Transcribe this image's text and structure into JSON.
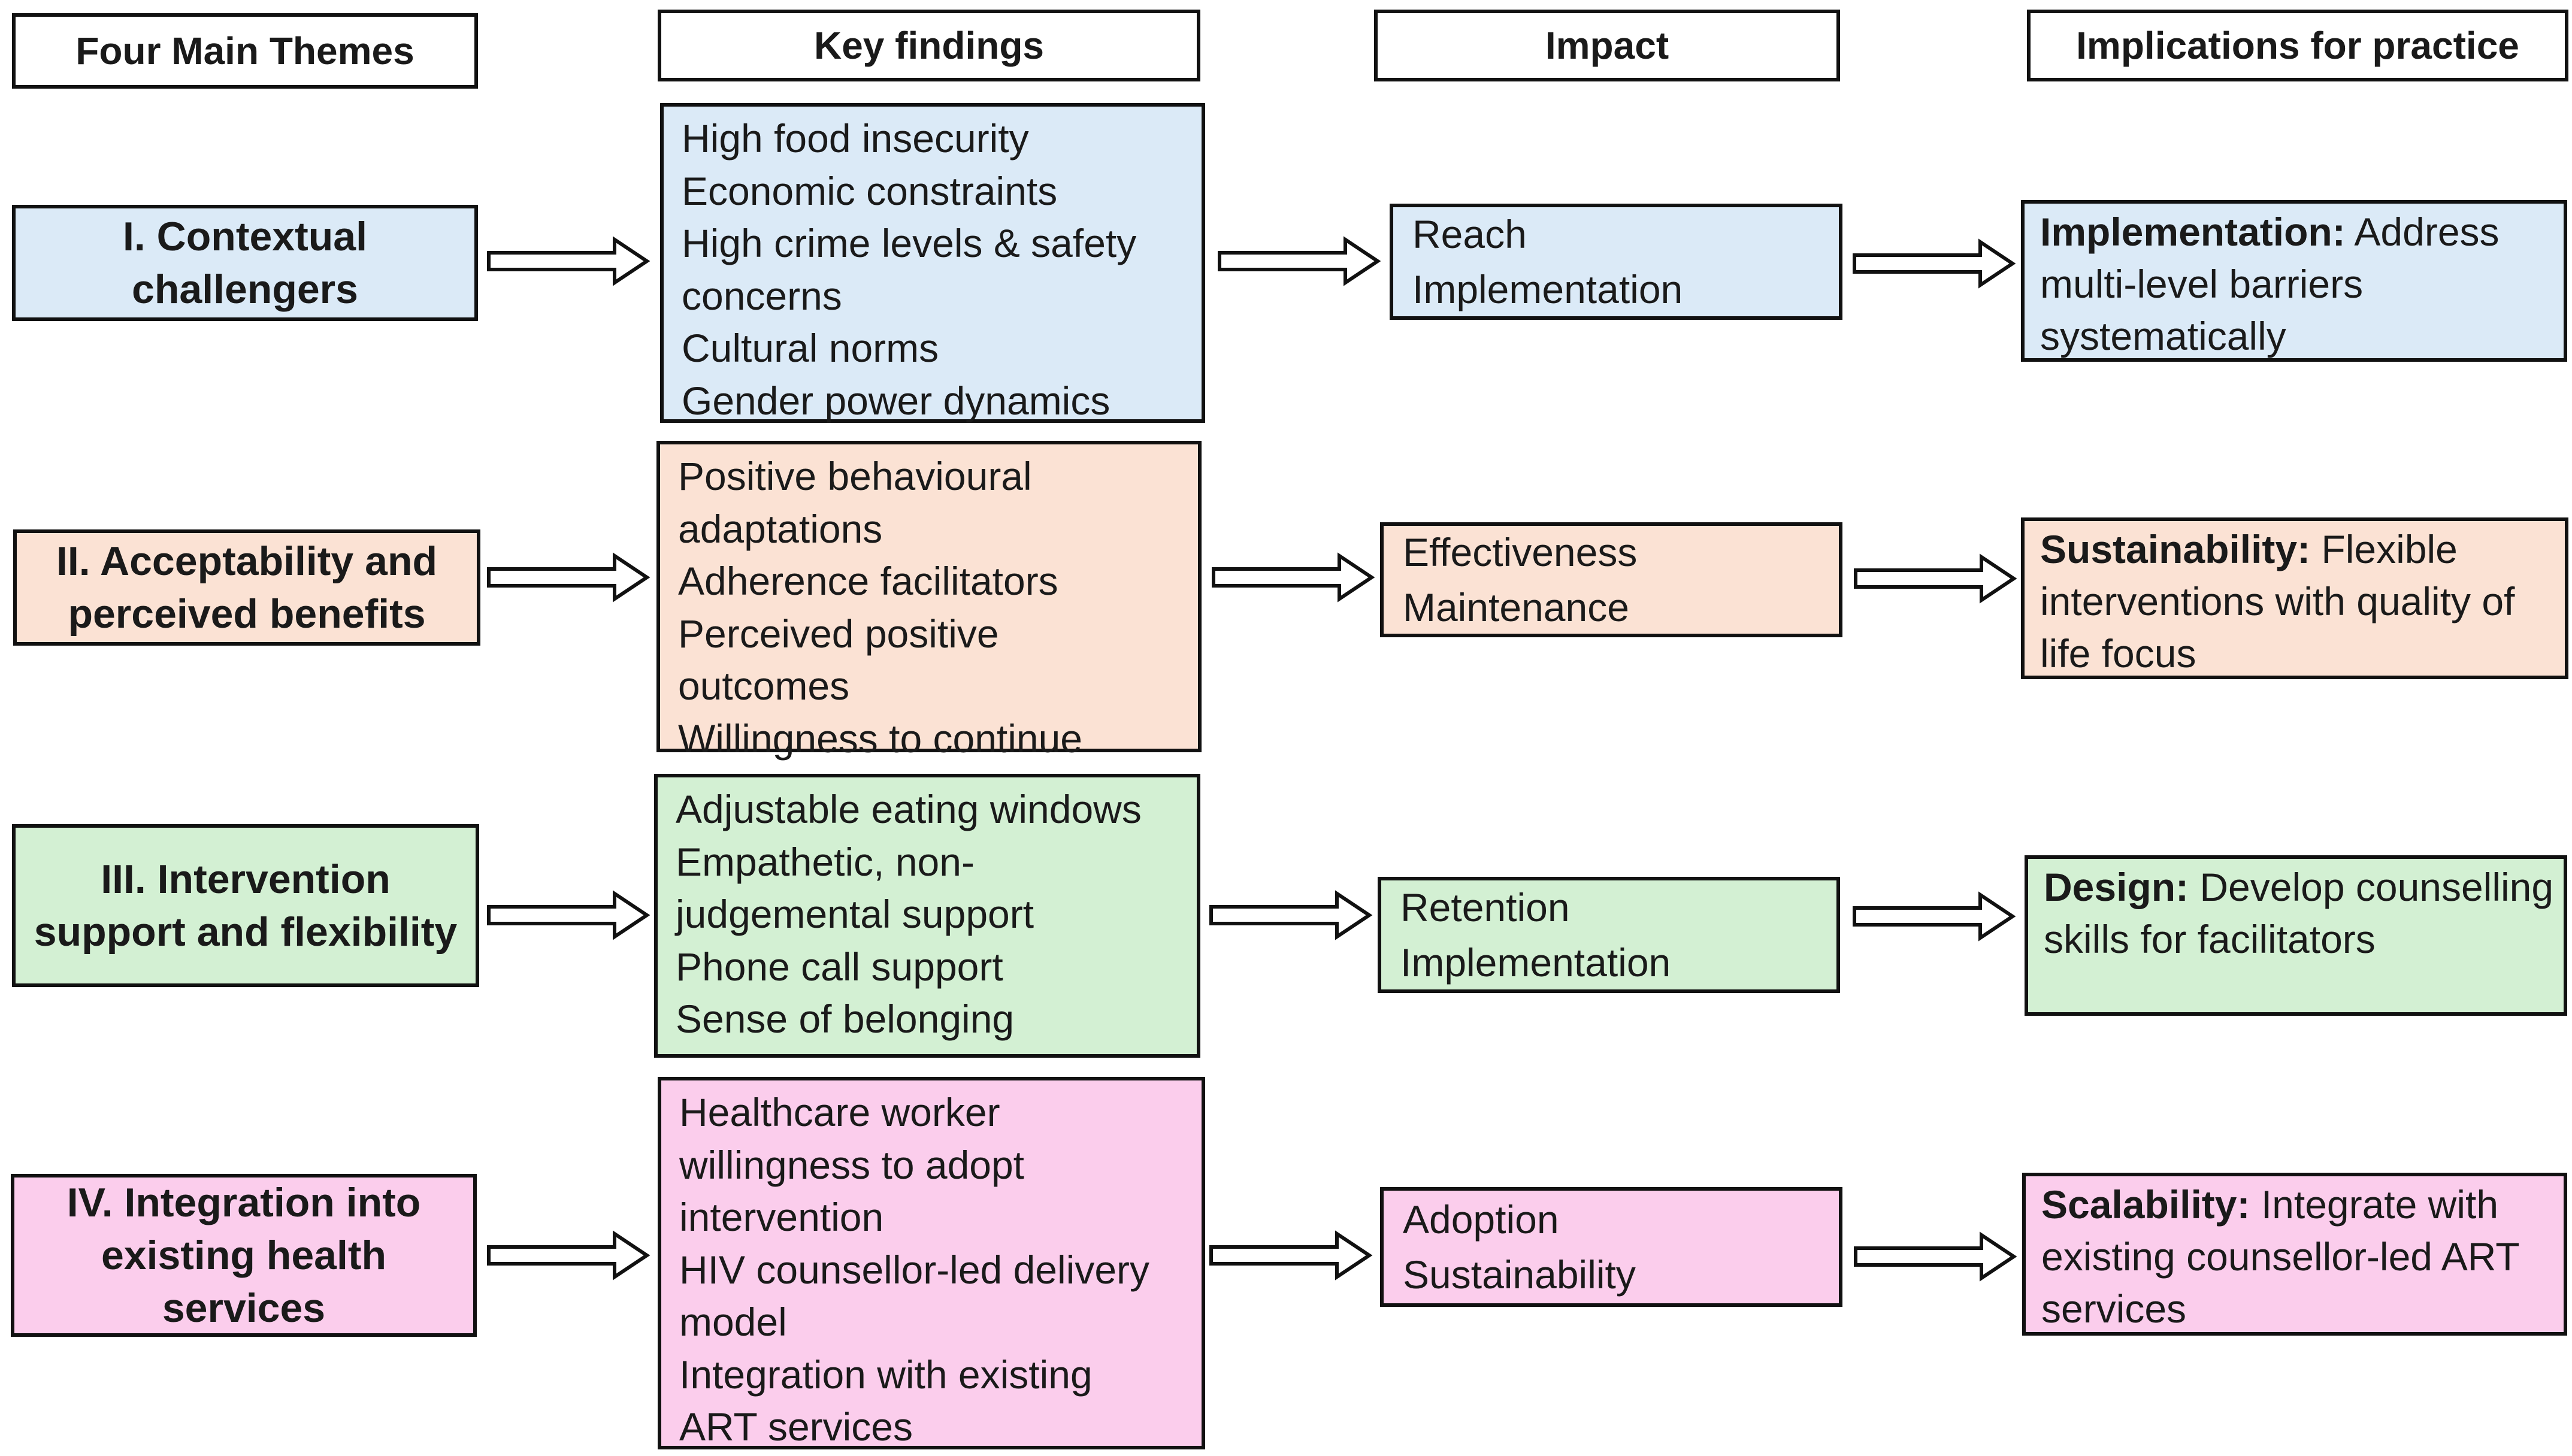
{
  "headers": {
    "themes": "Four Main Themes",
    "findings": "Key findings",
    "impact": "Impact",
    "implications": "Implications for practice"
  },
  "rows": [
    {
      "color": "#dbeaf7",
      "theme": "I. Contextual challengers",
      "findings": [
        "High food insecurity",
        "Economic constraints",
        "High crime levels & safety",
        "concerns",
        "Cultural norms",
        "Gender power dynamics"
      ],
      "impact": [
        "Reach",
        "Implementation"
      ],
      "implication_label": "Implementation:",
      "implication_text": "Address multi-level barriers systematically"
    },
    {
      "color": "#fbe2d4",
      "theme": "II. Acceptability and perceived benefits",
      "findings": [
        "Positive behavioural",
        "adaptations",
        "Adherence facilitators",
        "Perceived positive",
        "outcomes",
        "Willingness to continue"
      ],
      "impact": [
        "Effectiveness",
        "Maintenance"
      ],
      "implication_label": "Sustainability:",
      "implication_text": "Flexible interventions with quality of life focus"
    },
    {
      "color": "#d3f0d3",
      "theme": "III. Intervention support and flexibility",
      "findings": [
        "Adjustable eating windows",
        "Empathetic, non-",
        "judgemental support",
        "Phone call support",
        "Sense of belonging"
      ],
      "impact": [
        "Retention",
        "Implementation"
      ],
      "implication_label": "Design:",
      "implication_text": "Develop counselling skills for facilitators"
    },
    {
      "color": "#fbcdec",
      "theme": "IV. Integration into existing health services",
      "findings": [
        "Healthcare worker",
        "willingness to adopt",
        "intervention",
        "HIV counsellor-led delivery",
        "model",
        "Integration with existing",
        "ART services"
      ],
      "impact": [
        "Adoption",
        "Sustainability"
      ],
      "implication_label": "Scalability:",
      "implication_text": "Integrate with existing counsellor-led ART services"
    }
  ]
}
